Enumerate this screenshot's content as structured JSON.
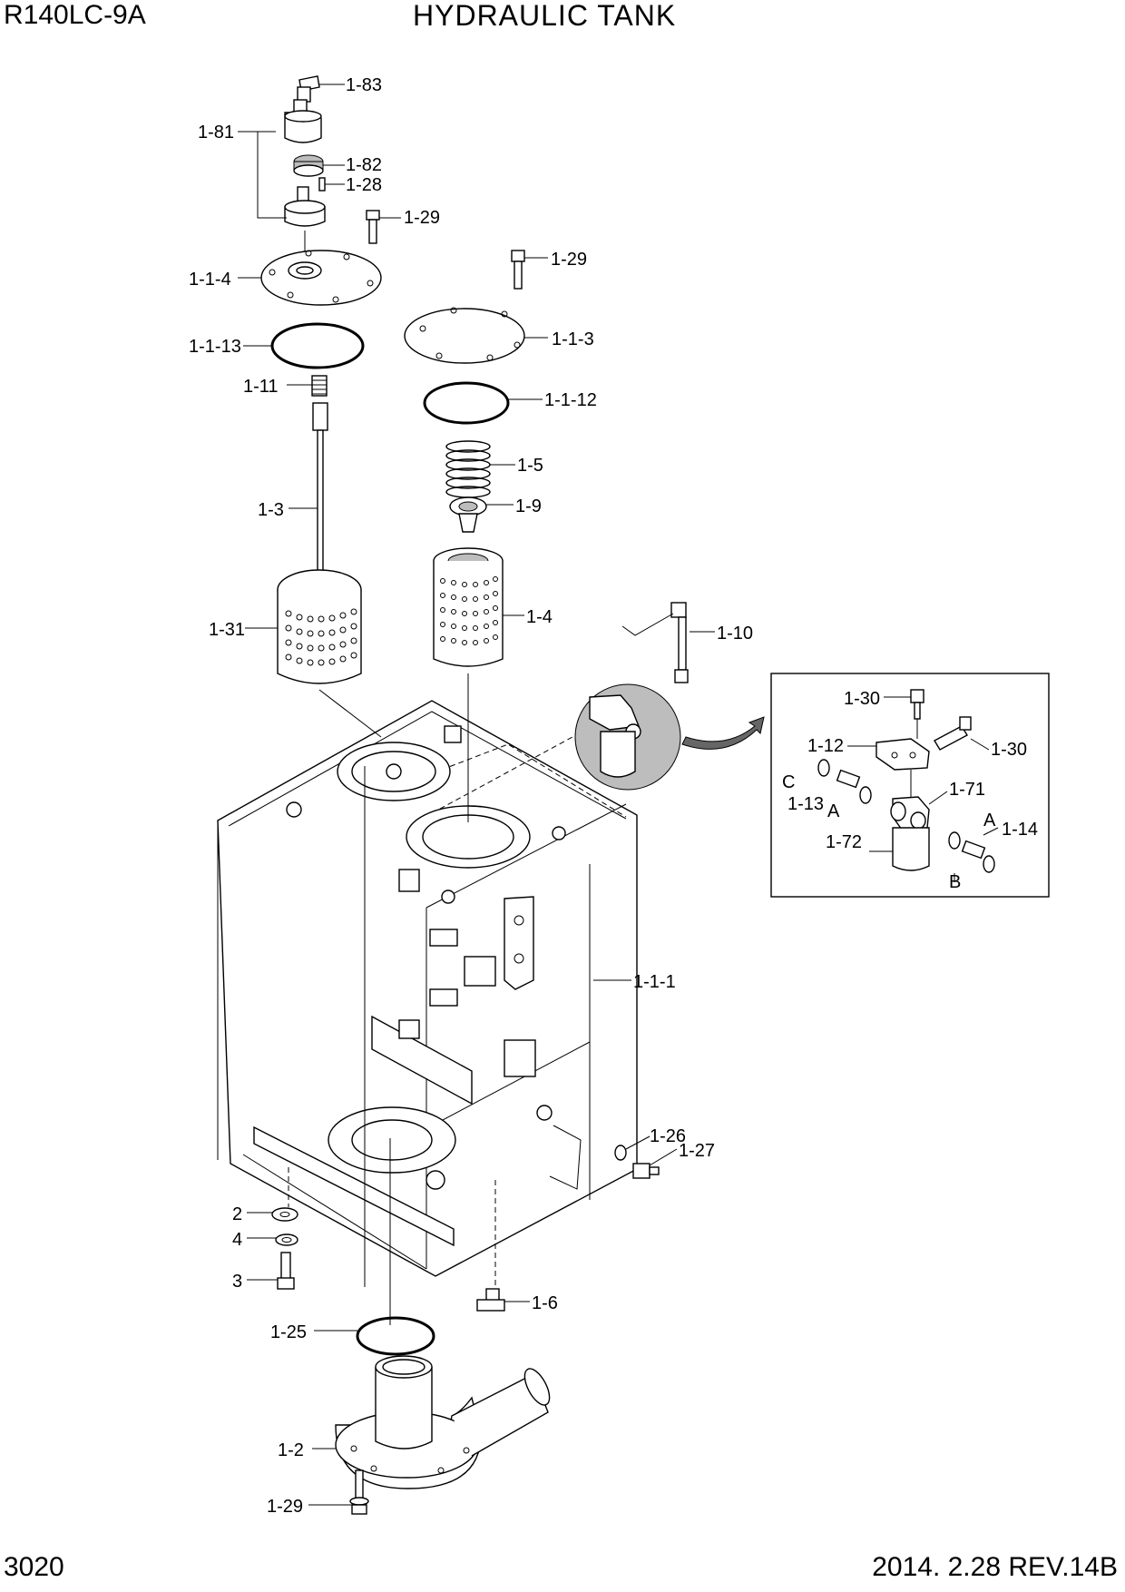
{
  "header": {
    "model": "R140LC-9A",
    "title": "HYDRAULIC TANK"
  },
  "footer": {
    "page_number": "3020",
    "revision": "2014. 2.28  REV.14B"
  },
  "labels": {
    "p1_83": "1-83",
    "p1_81": "1-81",
    "p1_82": "1-82",
    "p1_28": "1-28",
    "p1_29_top": "1-29",
    "p1_29_mid": "1-29",
    "p1_1_4": "1-1-4",
    "p1_1_3": "1-1-3",
    "p1_1_13": "1-1-13",
    "p1_1_12": "1-1-12",
    "p1_11": "1-11",
    "p1_5": "1-5",
    "p1_9": "1-9",
    "p1_3": "1-3",
    "p1_31": "1-31",
    "p1_4": "1-4",
    "p1_10": "1-10",
    "p1_1_1": "1-1-1",
    "p1_26": "1-26",
    "p1_27": "1-27",
    "p2": "2",
    "p4": "4",
    "p3": "3",
    "p1_6": "1-6",
    "p1_25": "1-25",
    "p1_2": "1-2",
    "p1_29_bottom": "1-29",
    "inset": {
      "p1_30_top": "1-30",
      "p1_30_right": "1-30",
      "p1_12": "1-12",
      "p1_71": "1-71",
      "C": "C",
      "p1_13": "1-13",
      "A_left": "A",
      "A_right": "A",
      "p1_14": "1-14",
      "p1_72": "1-72",
      "B": "B"
    }
  }
}
